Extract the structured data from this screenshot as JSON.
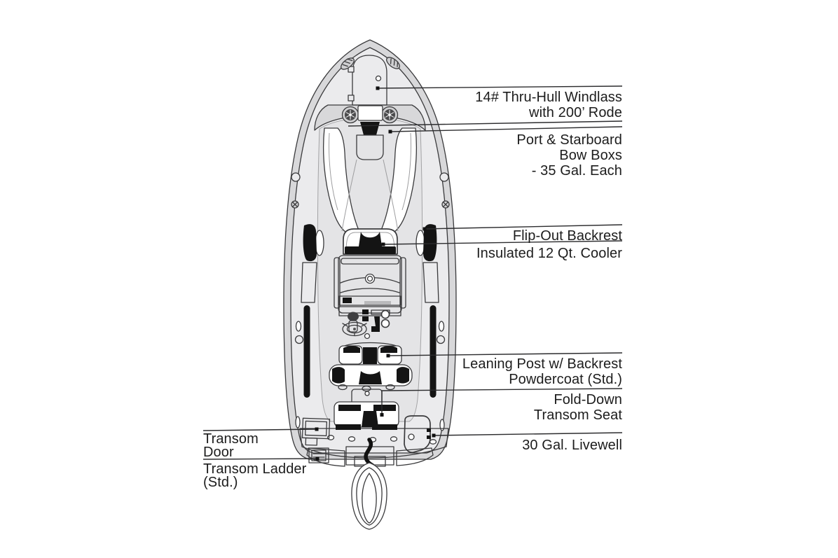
{
  "diagram_type": "boat-deck-plan-top-view",
  "colors": {
    "background": "#ffffff",
    "line_ink": "#3a3a3c",
    "label_text": "#1c1c1c",
    "hull_gray": "#d8d8da",
    "deck_gray": "#ebebed",
    "cockpit_gray": "#e4e4e6",
    "accent_black": "#141414"
  },
  "callouts": {
    "windlass": {
      "side": "right",
      "lines": [
        "14# Thru-Hull Windlass",
        "with 200’ Rode"
      ]
    },
    "bow_boxes": {
      "side": "right",
      "lines": [
        "Port & Starboard",
        "Bow Boxs",
        "- 35 Gal. Each"
      ]
    },
    "flip_out_backrest": {
      "side": "right",
      "lines": [
        "Flip-Out Backrest"
      ]
    },
    "cooler": {
      "side": "right",
      "lines": [
        "Insulated 12 Qt. Cooler"
      ]
    },
    "leaning_post": {
      "side": "right",
      "lines": [
        "Leaning Post w/ Backrest",
        "Powdercoat (Std.)"
      ]
    },
    "fold_down_transom_seat": {
      "side": "right",
      "lines": [
        "Fold-Down",
        "Transom Seat"
      ]
    },
    "livewell": {
      "side": "right",
      "lines": [
        "30 Gal. Livewell"
      ]
    },
    "transom_door": {
      "side": "left",
      "lines": [
        "Transom",
        "Door"
      ]
    },
    "transom_ladder": {
      "side": "left",
      "lines": [
        "Transom Ladder",
        "(Std.)"
      ]
    }
  }
}
